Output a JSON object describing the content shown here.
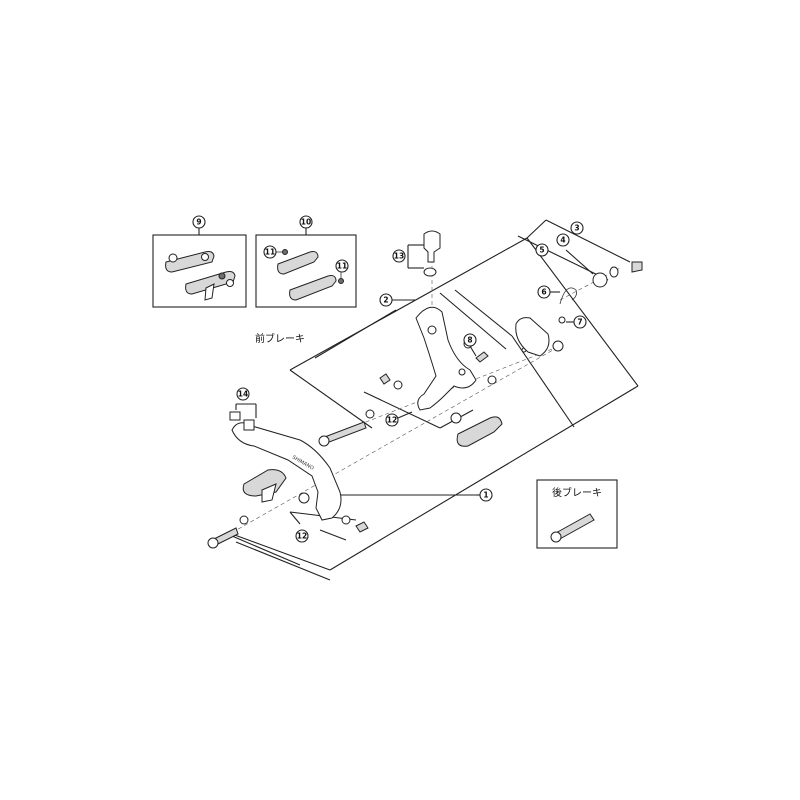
{
  "labels": {
    "front_brake": "前ブレーキ",
    "rear_brake": "後ブレーキ",
    "brand_mark": "SHIMANO"
  },
  "callouts": {
    "c1": "1",
    "c2": "2",
    "c3": "3",
    "c4": "4",
    "c5": "5",
    "c6": "6",
    "c7": "7",
    "c8": "8",
    "c9": "9",
    "c10": "10",
    "c11a": "11",
    "c11b": "11",
    "c12a": "12",
    "c12b": "12",
    "c13": "13",
    "c14": "14"
  }
}
